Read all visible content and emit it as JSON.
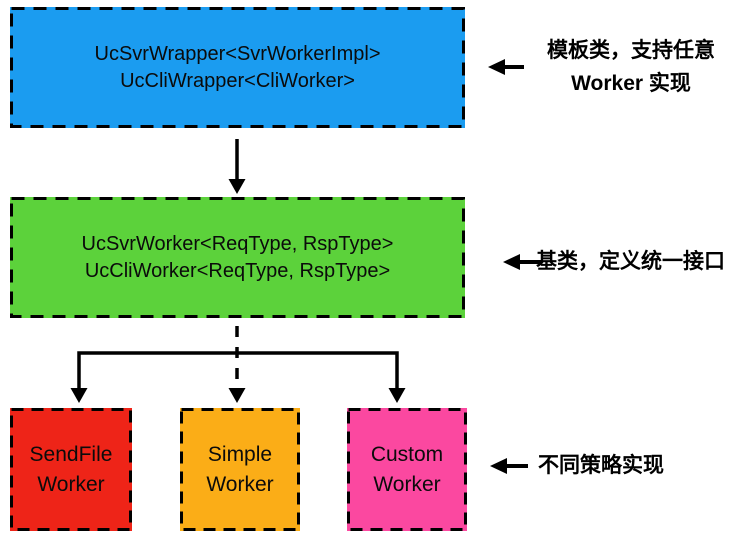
{
  "top_box": {
    "line1": "UcSvrWrapper<SvrWorkerImpl>",
    "line2": "UcCliWrapper<CliWorker>",
    "fill": "#1B9CF0"
  },
  "middle_box": {
    "line1": "UcSvrWorker<ReqType, RspType>",
    "line2": "UcCliWorker<ReqType, RspType>",
    "fill": "#5CD23B"
  },
  "bottom_boxes": [
    {
      "line1": "SendFile",
      "line2": "Worker",
      "fill": "#EE2418"
    },
    {
      "line1": "Simple",
      "line2": "Worker",
      "fill": "#FBAD17"
    },
    {
      "line1": "Custom",
      "line2": "Worker",
      "fill": "#FB48A0"
    }
  ],
  "annotations": [
    {
      "line1": "模板类，支持任意",
      "line2": "Worker 实现"
    },
    {
      "line1": "基类，定义统一接口"
    },
    {
      "line1": "不同策略实现"
    }
  ],
  "colors": {
    "line": "#000000",
    "text": "#000000",
    "background": "#FFFFFF"
  }
}
